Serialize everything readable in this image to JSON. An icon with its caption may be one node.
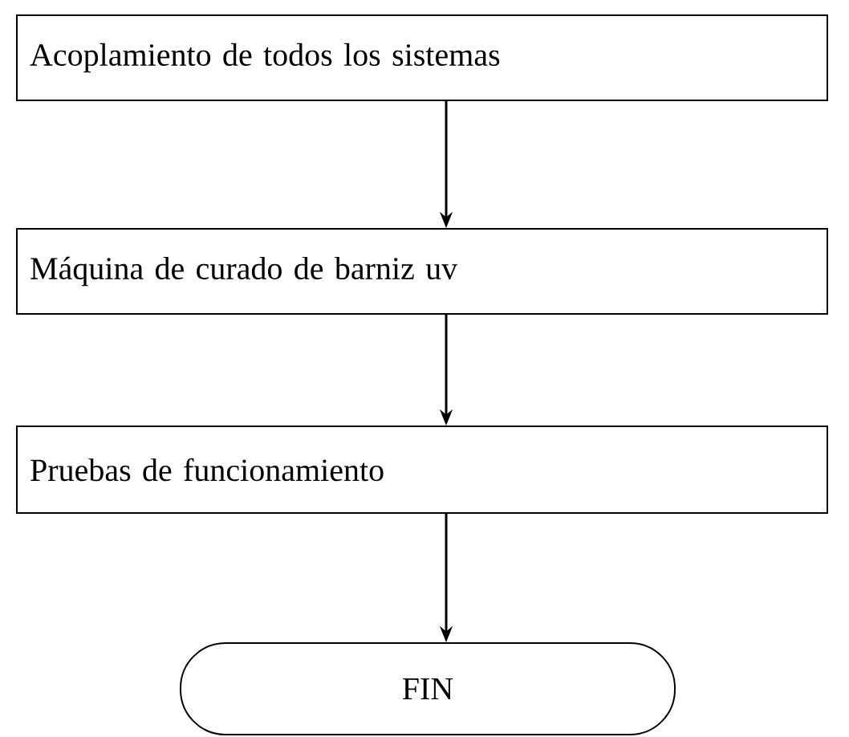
{
  "diagram": {
    "nodes": [
      {
        "text": [
          "Acoplamiento de todos los sistemas"
        ]
      },
      {
        "text": [
          "Máquina de curado de barniz uv"
        ]
      },
      {
        "text": [
          "Pruebas de funcionamiento"
        ]
      },
      {
        "text": [
          "FIN"
        ]
      }
    ],
    "edges": [
      {
        "from": 0,
        "to": 1,
        "arrow": "to"
      },
      {
        "from": 1,
        "to": 2,
        "arrow": "to"
      },
      {
        "from": 2,
        "to": 3,
        "arrow": "to"
      }
    ]
  }
}
